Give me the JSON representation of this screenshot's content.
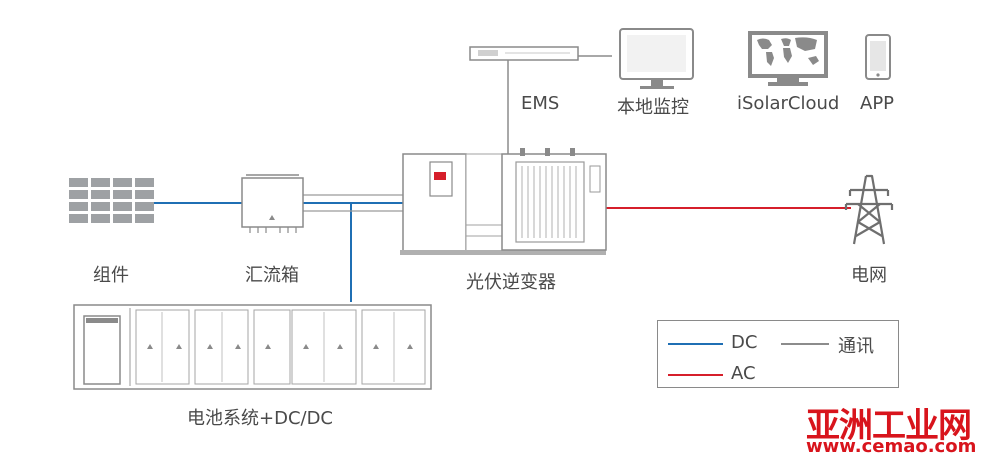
{
  "labels": {
    "ems": "EMS",
    "local_monitor": "本地监控",
    "cloud": "iSolarCloud",
    "app": "APP",
    "pv_module": "组件",
    "combiner_box": "汇流箱",
    "pv_inverter": "光伏逆变器",
    "grid": "电网",
    "battery_system": "电池系统+DC/DC"
  },
  "legend": {
    "dc": "DC",
    "comm": "通讯",
    "ac": "AC"
  },
  "watermark": {
    "brand": "亚洲工业网",
    "url": "www.cemao.com"
  },
  "colors": {
    "dc": "#1f6fb4",
    "ac": "#d61f2b",
    "comm": "#8c8c8c",
    "watermark": "#d8141c"
  },
  "icons": [
    "solar-panel-icon",
    "combiner-box-icon",
    "inverter-icon",
    "transformer-icon",
    "ems-device-icon",
    "monitor-icon",
    "cloud-monitor-icon",
    "phone-icon",
    "transmission-tower-icon",
    "battery-container-icon"
  ]
}
